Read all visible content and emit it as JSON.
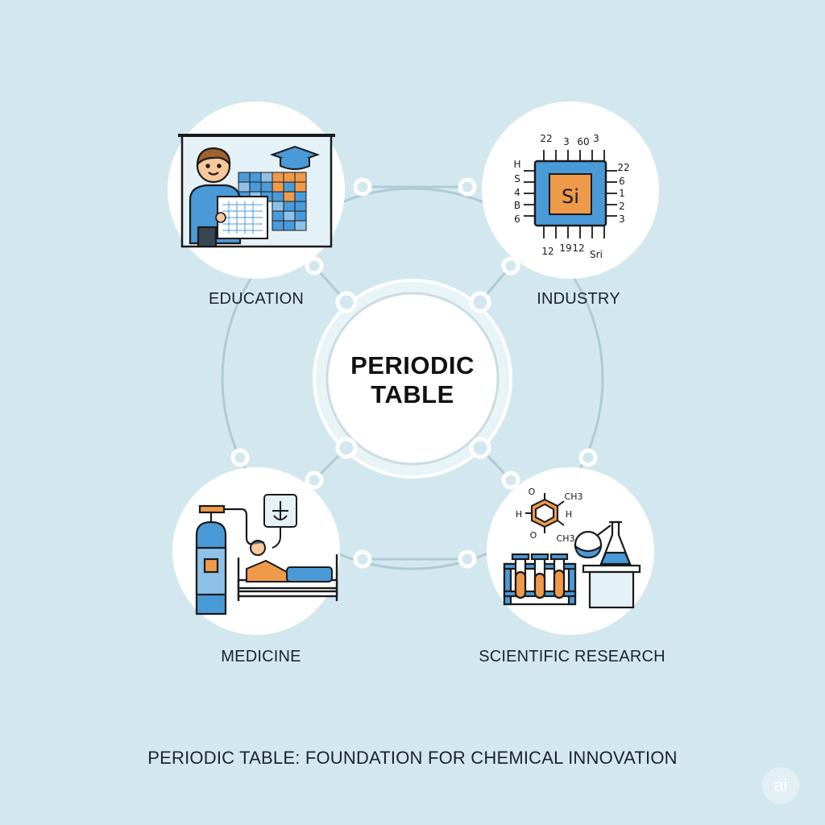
{
  "center": {
    "title_line1": "PERIODIC",
    "title_line2": "TABLE"
  },
  "nodes": {
    "education": {
      "label": "EDUCATION"
    },
    "industry": {
      "label": "INDUSTRY",
      "chip_symbol": "Si",
      "pin_labels_top": [
        "22",
        "3",
        "60",
        "3"
      ],
      "pin_labels_left": [
        "H",
        "S",
        "4",
        "B",
        "6"
      ],
      "pin_labels_right": [
        "22",
        "6",
        "1",
        "2",
        "3"
      ],
      "pin_labels_bottom": [
        "12",
        "19",
        "12",
        "Sri"
      ]
    },
    "medicine": {
      "label": "MEDICINE"
    },
    "research": {
      "label": "SCIENTIFIC RESEARCH",
      "molecule_labels": [
        "O",
        "CH3",
        "H",
        "H",
        "O",
        "CH3"
      ]
    }
  },
  "caption": "PERIODIC TABLE: FOUNDATION FOR CHEMICAL INNOVATION",
  "badge": "ai",
  "colors": {
    "background": "#d3e8ee",
    "node_fill": "#ffffff",
    "connector": "#aecbd3",
    "accent_blue": "#4a9ad8",
    "accent_orange": "#ef9a4a",
    "outline": "#1a1a1a"
  }
}
